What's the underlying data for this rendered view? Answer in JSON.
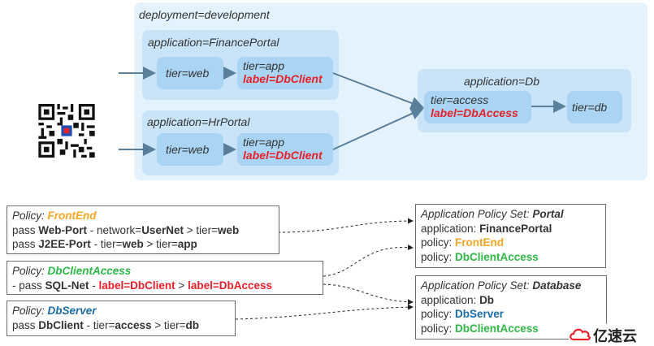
{
  "deployment": {
    "label": "deployment=development",
    "apps": [
      {
        "label": "application=FinancePortal",
        "web": "tier=web",
        "app_tier": "tier=app",
        "app_label": "label=DbClient"
      },
      {
        "label": "application=HrPortal",
        "web": "tier=web",
        "app_tier": "tier=app",
        "app_label": "label=DbClient"
      }
    ],
    "db": {
      "label": "application=Db",
      "access_tier": "tier=access",
      "access_label": "label=DbAccess",
      "db_tier": "tier=db"
    }
  },
  "policies": [
    {
      "prefix": "Policy: ",
      "name": "FrontEnd",
      "line1": [
        "pass ",
        "Web-Port",
        "  - network=",
        "UserNet",
        " > tier=",
        "web"
      ],
      "line2": [
        "pass ",
        "J2EE-Port",
        " - tier=",
        "web",
        " > tier=",
        "app"
      ]
    },
    {
      "prefix": "Policy: ",
      "name": "DbClientAccess",
      "line1": [
        "- pass ",
        "SQL-Net",
        "   - ",
        "label=DbClient",
        " > ",
        "label=DbAccess"
      ]
    },
    {
      "prefix": "Policy: ",
      "name": "DbServer",
      "line1": [
        "pass ",
        "DbClient",
        " - tier=",
        "access",
        " > tier=",
        "db"
      ]
    }
  ],
  "policy_sets": [
    {
      "prefix": "Application Policy Set: ",
      "name": "Portal",
      "app_prefix": "application: ",
      "app": "FinancePortal",
      "policy_prefix": "policy: ",
      "policies": [
        "FrontEnd",
        "DbClientAccess"
      ]
    },
    {
      "prefix": "Application Policy Set: ",
      "name": "Database",
      "app_prefix": "application: ",
      "app": "Db",
      "policy_prefix": "policy: ",
      "policies": [
        "DbServer",
        "DbClientAccess"
      ]
    }
  ],
  "watermark": "亿速云",
  "colors": {
    "outer": "#e3f2fd",
    "app": "#c9e4f8",
    "tier": "#a9d4f3",
    "arrow": "#5a7f9a",
    "red": "#e8202a",
    "orange": "#f5a623",
    "green": "#2db845",
    "blue": "#1b6ca8"
  }
}
